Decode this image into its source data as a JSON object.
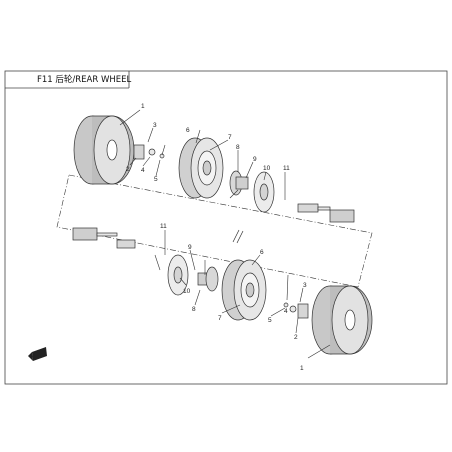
{
  "diagram": {
    "title": "F11 后轮/REAR WHEEL",
    "callouts": [
      "1",
      "2",
      "3",
      "4",
      "5",
      "6",
      "7",
      "8",
      "9",
      "10",
      "11",
      "1",
      "2",
      "3",
      "4",
      "5",
      "6",
      "7",
      "8",
      "9",
      "10",
      "11"
    ]
  },
  "icons": {
    "direction": "front-arrow-icon"
  }
}
